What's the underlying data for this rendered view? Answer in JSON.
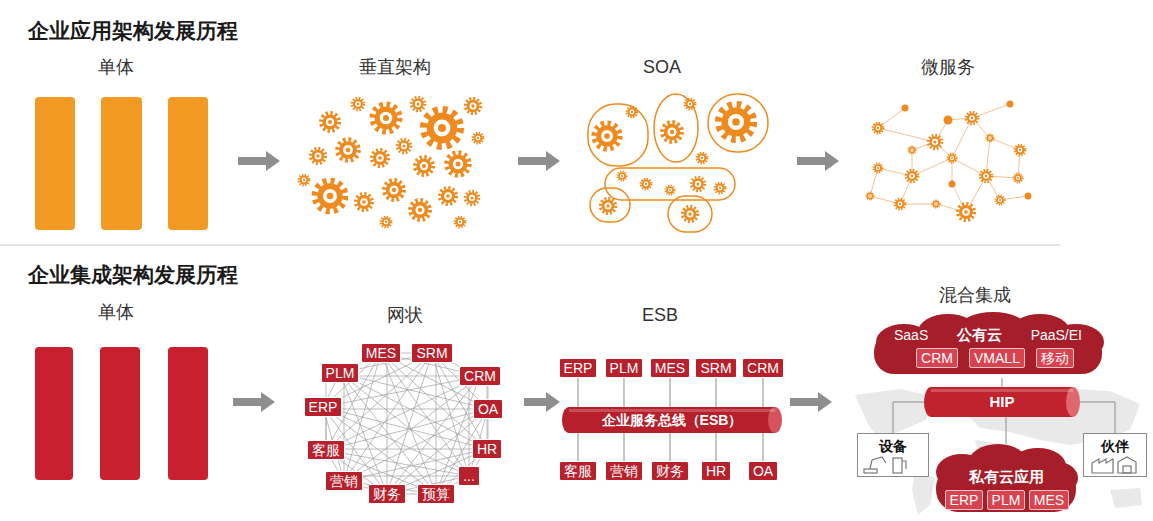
{
  "diagram": {
    "nodes": [
      {
        "text": [
          "MES"
        ]
      },
      {
        "text": [
          "SRM"
        ]
      },
      {
        "text": [
          "CRM"
        ]
      },
      {
        "text": [
          "OA"
        ]
      },
      {
        "text": [
          "HR"
        ]
      },
      {
        "text": [
          "..."
        ]
      },
      {
        "text": [
          "预算"
        ]
      },
      {
        "text": [
          "财务"
        ]
      },
      {
        "text": [
          "营销"
        ]
      },
      {
        "text": [
          "客服"
        ]
      },
      {
        "text": [
          "ERP"
        ]
      },
      {
        "text": [
          "PLM"
        ]
      },
      {
        "text": [
          "ERP"
        ]
      },
      {
        "text": [
          "PLM"
        ]
      },
      {
        "text": [
          "MES"
        ]
      },
      {
        "text": [
          "SRM"
        ]
      },
      {
        "text": [
          "CRM"
        ]
      },
      {
        "text": [
          "企业服务总线（ESB）"
        ]
      },
      {
        "text": [
          "客服"
        ]
      },
      {
        "text": [
          "营销"
        ]
      },
      {
        "text": [
          "财务"
        ]
      },
      {
        "text": [
          "HR"
        ]
      },
      {
        "text": [
          "OA"
        ]
      },
      {
        "text": [
          "SaaS",
          "公有云",
          "PaaS/EI"
        ]
      },
      {
        "text": [
          "CRM"
        ],
        "in": 23
      },
      {
        "text": [
          "VMALL"
        ],
        "in": 23
      },
      {
        "text": [
          "移动"
        ],
        "in": 23
      },
      {
        "text": [
          "HIP"
        ]
      },
      {
        "text": [
          "设备"
        ]
      },
      {
        "text": [
          "伙伴"
        ]
      },
      {
        "text": [
          "私有云应用"
        ]
      },
      {
        "text": [
          "ERP"
        ],
        "in": 30
      },
      {
        "text": [
          "PLM"
        ],
        "in": 30
      },
      {
        "text": [
          "MES"
        ],
        "in": 30
      }
    ],
    "edges": [
      {
        "from": 0,
        "to": 1,
        "arrow": "none"
      },
      {
        "from": 0,
        "to": 2,
        "arrow": "none"
      },
      {
        "from": 0,
        "to": 3,
        "arrow": "none"
      },
      {
        "from": 0,
        "to": 4,
        "arrow": "none"
      },
      {
        "from": 0,
        "to": 5,
        "arrow": "none"
      },
      {
        "from": 0,
        "to": 6,
        "arrow": "none"
      },
      {
        "from": 0,
        "to": 7,
        "arrow": "none"
      },
      {
        "from": 0,
        "to": 8,
        "arrow": "none"
      },
      {
        "from": 0,
        "to": 9,
        "arrow": "none"
      },
      {
        "from": 0,
        "to": 10,
        "arrow": "none"
      },
      {
        "from": 0,
        "to": 11,
        "arrow": "none"
      },
      {
        "from": 1,
        "to": 2,
        "arrow": "none"
      },
      {
        "from": 1,
        "to": 3,
        "arrow": "none"
      },
      {
        "from": 1,
        "to": 4,
        "arrow": "none"
      },
      {
        "from": 1,
        "to": 5,
        "arrow": "none"
      },
      {
        "from": 1,
        "to": 6,
        "arrow": "none"
      },
      {
        "from": 1,
        "to": 7,
        "arrow": "none"
      },
      {
        "from": 1,
        "to": 8,
        "arrow": "none"
      },
      {
        "from": 1,
        "to": 9,
        "arrow": "none"
      },
      {
        "from": 1,
        "to": 10,
        "arrow": "none"
      },
      {
        "from": 1,
        "to": 11,
        "arrow": "none"
      },
      {
        "from": 2,
        "to": 3,
        "arrow": "none"
      },
      {
        "from": 2,
        "to": 4,
        "arrow": "none"
      },
      {
        "from": 2,
        "to": 5,
        "arrow": "none"
      },
      {
        "from": 2,
        "to": 6,
        "arrow": "none"
      },
      {
        "from": 2,
        "to": 7,
        "arrow": "none"
      },
      {
        "from": 2,
        "to": 8,
        "arrow": "none"
      },
      {
        "from": 2,
        "to": 9,
        "arrow": "none"
      },
      {
        "from": 2,
        "to": 10,
        "arrow": "none"
      },
      {
        "from": 2,
        "to": 11,
        "arrow": "none"
      },
      {
        "from": 3,
        "to": 4,
        "arrow": "none"
      },
      {
        "from": 3,
        "to": 5,
        "arrow": "none"
      },
      {
        "from": 3,
        "to": 6,
        "arrow": "none"
      },
      {
        "from": 3,
        "to": 7,
        "arrow": "none"
      },
      {
        "from": 3,
        "to": 8,
        "arrow": "none"
      },
      {
        "from": 3,
        "to": 9,
        "arrow": "none"
      },
      {
        "from": 3,
        "to": 10,
        "arrow": "none"
      },
      {
        "from": 3,
        "to": 11,
        "arrow": "none"
      },
      {
        "from": 4,
        "to": 5,
        "arrow": "none"
      },
      {
        "from": 4,
        "to": 6,
        "arrow": "none"
      },
      {
        "from": 4,
        "to": 7,
        "arrow": "none"
      },
      {
        "from": 4,
        "to": 8,
        "arrow": "none"
      },
      {
        "from": 4,
        "to": 9,
        "arrow": "none"
      },
      {
        "from": 4,
        "to": 10,
        "arrow": "none"
      },
      {
        "from": 4,
        "to": 11,
        "arrow": "none"
      },
      {
        "from": 5,
        "to": 6,
        "arrow": "none"
      },
      {
        "from": 5,
        "to": 7,
        "arrow": "none"
      },
      {
        "from": 5,
        "to": 8,
        "arrow": "none"
      },
      {
        "from": 5,
        "to": 9,
        "arrow": "none"
      },
      {
        "from": 5,
        "to": 10,
        "arrow": "none"
      },
      {
        "from": 5,
        "to": 11,
        "arrow": "none"
      },
      {
        "from": 6,
        "to": 7,
        "arrow": "none"
      },
      {
        "from": 6,
        "to": 8,
        "arrow": "none"
      },
      {
        "from": 6,
        "to": 9,
        "arrow": "none"
      },
      {
        "from": 6,
        "to": 10,
        "arrow": "none"
      },
      {
        "from": 6,
        "to": 11,
        "arrow": "none"
      },
      {
        "from": 7,
        "to": 8,
        "arrow": "none"
      },
      {
        "from": 7,
        "to": 9,
        "arrow": "none"
      },
      {
        "from": 7,
        "to": 10,
        "arrow": "none"
      },
      {
        "from": 7,
        "to": 11,
        "arrow": "none"
      },
      {
        "from": 8,
        "to": 9,
        "arrow": "none"
      },
      {
        "from": 8,
        "to": 10,
        "arrow": "none"
      },
      {
        "from": 8,
        "to": 11,
        "arrow": "none"
      },
      {
        "from": 9,
        "to": 10,
        "arrow": "none"
      },
      {
        "from": 9,
        "to": 11,
        "arrow": "none"
      },
      {
        "from": 10,
        "to": 11,
        "arrow": "none"
      },
      {
        "from": 12,
        "to": 17,
        "arrow": "none"
      },
      {
        "from": 13,
        "to": 17,
        "arrow": "none"
      },
      {
        "from": 14,
        "to": 17,
        "arrow": "none"
      },
      {
        "from": 15,
        "to": 17,
        "arrow": "none"
      },
      {
        "from": 16,
        "to": 17,
        "arrow": "none"
      },
      {
        "from": 17,
        "to": 18,
        "arrow": "none"
      },
      {
        "from": 17,
        "to": 19,
        "arrow": "none"
      },
      {
        "from": 17,
        "to": 20,
        "arrow": "none"
      },
      {
        "from": 17,
        "to": 21,
        "arrow": "none"
      },
      {
        "from": 17,
        "to": 22,
        "arrow": "none"
      },
      {
        "from": 23,
        "to": 27,
        "arrow": "none"
      },
      {
        "from": 27,
        "to": 28,
        "arrow": "none"
      },
      {
        "from": 27,
        "to": 29,
        "arrow": "none"
      },
      {
        "from": 27,
        "to": 30,
        "arrow": "none"
      }
    ],
    "labels": [
      "企业应用架构发展历程",
      "单体",
      "垂直架构",
      "SOA",
      "微服务",
      "企业集成架构发展历程",
      "单体",
      "网状",
      "ESB",
      "混合集成"
    ]
  }
}
